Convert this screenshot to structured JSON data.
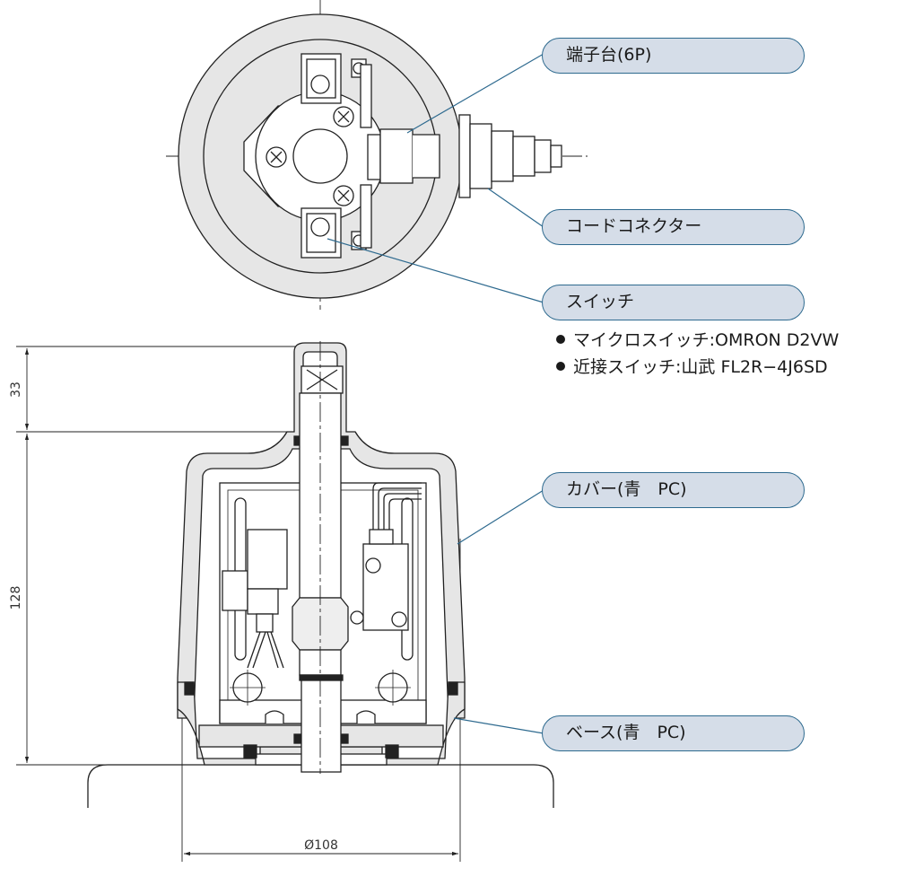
{
  "callouts": {
    "terminal_block": "端子台(6P)",
    "cord_connector": "コードコネクター",
    "switch": "スイッチ",
    "cover": "カバー(青　PC)",
    "base": "ベース(青　PC)"
  },
  "notes": [
    "マイクロスイッチ:OMRON D2VW",
    "近接スイッチ:山武 FL2R−4J6SD"
  ],
  "dimensions": {
    "top_height": "33",
    "body_height": "128",
    "diameter": "Ø108"
  },
  "colors": {
    "callout_fill": "#d5dde8",
    "callout_border": "#2e6a8f",
    "leader_line": "#2e6a8f",
    "part_fill": "#e6e6e6",
    "outline": "#222222"
  }
}
